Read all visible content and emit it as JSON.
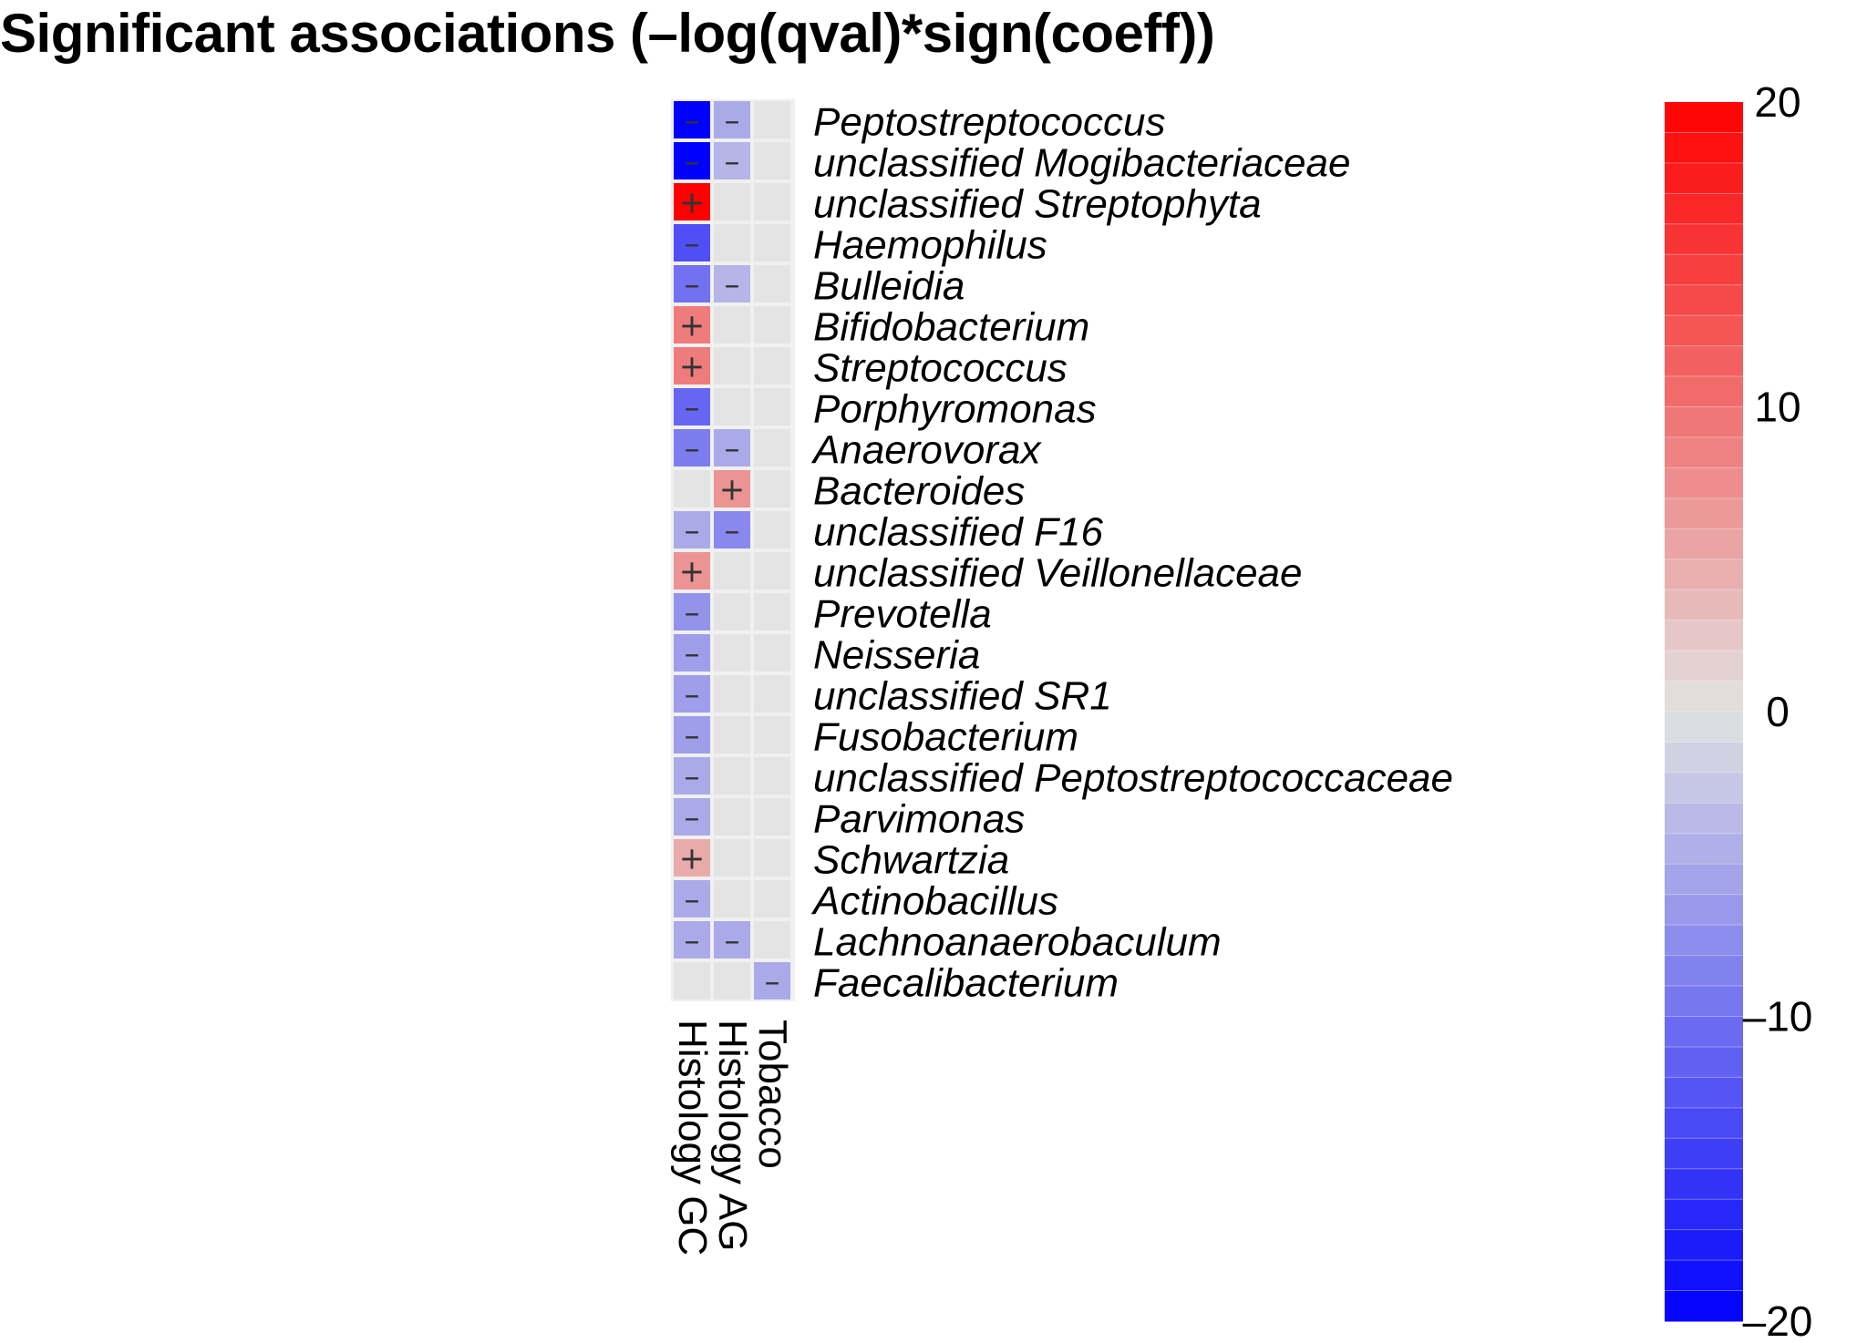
{
  "chart_data": {
    "type": "heatmap",
    "title": "Significant associations (–log(qval)*sign(coeff))",
    "columns": [
      "Histology GC",
      "Histology AG",
      "Tobacco"
    ],
    "rows": [
      "Peptostreptococcus",
      "unclassified Mogibacteriaceae",
      "unclassified Streptophyta",
      "Haemophilus",
      "Bulleidia",
      "Bifidobacterium",
      "Streptococcus",
      "Porphyromonas",
      "Anaerovorax",
      "Bacteroides",
      "unclassified F16",
      "unclassified Veillonellaceae",
      "Prevotella",
      "Neisseria",
      "unclassified SR1",
      "Fusobacterium",
      "unclassified Peptostreptococcaceae",
      "Parvimonas",
      "Schwartzia",
      "Actinobacillus",
      "Lachnoanaerobaculum",
      "Faecalibacterium"
    ],
    "values": [
      [
        -20,
        -5,
        0
      ],
      [
        -20,
        -4,
        0
      ],
      [
        20,
        0,
        0
      ],
      [
        -13,
        0,
        0
      ],
      [
        -10,
        -4,
        0
      ],
      [
        9,
        0,
        0
      ],
      [
        9,
        0,
        0
      ],
      [
        -11,
        0,
        0
      ],
      [
        -9,
        -5,
        0
      ],
      [
        0,
        7,
        0
      ],
      [
        -5,
        -8,
        0
      ],
      [
        7,
        0,
        0
      ],
      [
        -7,
        0,
        0
      ],
      [
        -6,
        0,
        0
      ],
      [
        -6,
        0,
        0
      ],
      [
        -6,
        0,
        0
      ],
      [
        -5,
        0,
        0
      ],
      [
        -5,
        0,
        0
      ],
      [
        5,
        0,
        0
      ],
      [
        -5,
        0,
        0
      ],
      [
        -5,
        -5,
        0
      ],
      [
        0,
        0,
        -5
      ]
    ],
    "signs": [
      [
        "–",
        "–",
        ""
      ],
      [
        "–",
        "–",
        ""
      ],
      [
        "+",
        "",
        ""
      ],
      [
        "–",
        "",
        ""
      ],
      [
        "–",
        "–",
        ""
      ],
      [
        "+",
        "",
        ""
      ],
      [
        "+",
        "",
        ""
      ],
      [
        "–",
        "",
        ""
      ],
      [
        "–",
        "–",
        ""
      ],
      [
        "",
        "+",
        ""
      ],
      [
        "–",
        "–",
        ""
      ],
      [
        "+",
        "",
        ""
      ],
      [
        "–",
        "",
        ""
      ],
      [
        "–",
        "",
        ""
      ],
      [
        "–",
        "",
        ""
      ],
      [
        "–",
        "",
        ""
      ],
      [
        "–",
        "",
        ""
      ],
      [
        "–",
        "",
        ""
      ],
      [
        "+",
        "",
        ""
      ],
      [
        "–",
        "",
        ""
      ],
      [
        "–",
        "–",
        ""
      ],
      [
        "",
        "",
        "–"
      ]
    ],
    "scale": {
      "min": -20,
      "max": 20,
      "ticks": [
        20,
        10,
        0,
        -10,
        -20
      ],
      "tick_labels": [
        "20",
        "10",
        "0",
        "–10",
        "–20"
      ],
      "low_color": "#0000ff",
      "mid_color": "#e2e2e2",
      "high_color": "#ff0000"
    },
    "empty_cell_color": "#e4e4e4",
    "grid_border_color": "#f2f2f2"
  }
}
